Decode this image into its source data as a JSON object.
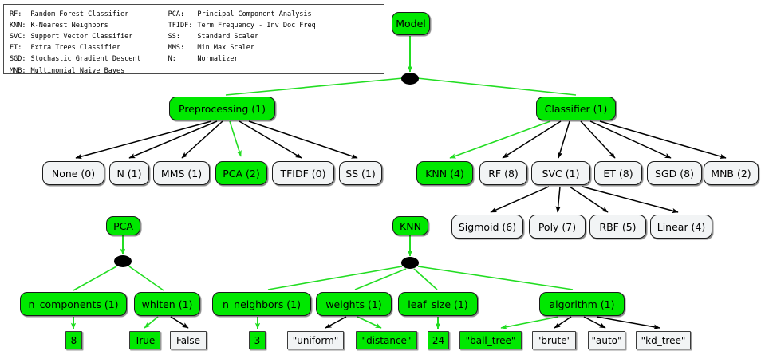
{
  "legend": {
    "title": "abbreviation-legend",
    "left_column": [
      {
        "abbr": "RF:",
        "text": "Random Forest Classifier"
      },
      {
        "abbr": "KNN:",
        "text": "K-Nearest Neighbors"
      },
      {
        "abbr": "SVC:",
        "text": "Support Vector Classifier"
      },
      {
        "abbr": "ET:",
        "text": "Extra Trees Classifier"
      },
      {
        "abbr": "SGD:",
        "text": "Stochastic Gradient Descent"
      },
      {
        "abbr": "MNB:",
        "text": "Multinomial Naive Bayes"
      }
    ],
    "right_column": [
      {
        "abbr": "PCA:",
        "text": "Principal Component Analysis"
      },
      {
        "abbr": "TFIDF:",
        "text": "Term Frequency - Inv Doc Freq"
      },
      {
        "abbr": "SS:",
        "text": "Standard Scaler"
      },
      {
        "abbr": "MMS:",
        "text": "Min Max Scaler"
      },
      {
        "abbr": "N:",
        "text": "Normalizer"
      }
    ]
  },
  "colors": {
    "selected": "#00e800",
    "unselected": "#f2f4f5",
    "edge_selected": "#22dd22",
    "edge_normal": "#000000",
    "border": "#1a1a1a"
  },
  "nodes": {
    "model": "Model",
    "preprocessing": "Preprocessing (1)",
    "classifier": "Classifier (1)",
    "preprocessing_children": [
      "None (0)",
      "N (1)",
      "MMS (1)",
      "PCA (2)",
      "TFIDF (0)",
      "SS (1)"
    ],
    "classifier_children": [
      "KNN (4)",
      "RF (8)",
      "SVC (1)",
      "ET (8)",
      "SGD (8)",
      "MNB (2)"
    ],
    "svc_kernels": [
      "Sigmoid (6)",
      "Poly (7)",
      "RBF (5)",
      "Linear (4)"
    ],
    "pca_root": "PCA",
    "knn_root": "KNN",
    "pca_params": [
      "n_components (1)",
      "whiten (1)"
    ],
    "knn_params": [
      "n_neighbors (1)",
      "weights (1)",
      "leaf_size (1)",
      "algorithm (1)"
    ],
    "n_components_values": [
      "8"
    ],
    "whiten_values": [
      "True",
      "False"
    ],
    "n_neighbors_values": [
      "3"
    ],
    "weights_values": [
      "\"uniform\"",
      "\"distance\""
    ],
    "leaf_size_values": [
      "24"
    ],
    "algorithm_values": [
      "\"ball_tree\"",
      "\"brute\"",
      "\"auto\"",
      "\"kd_tree\""
    ]
  },
  "selected": {
    "level1": "Preprocessing (1)",
    "preprocessing_choice": "PCA (2)",
    "classifier_choice": "KNN (4)",
    "n_components": "8",
    "whiten": "True",
    "n_neighbors": "3",
    "weights": "\"distance\"",
    "leaf_size": "24",
    "algorithm": "\"ball_tree\""
  }
}
